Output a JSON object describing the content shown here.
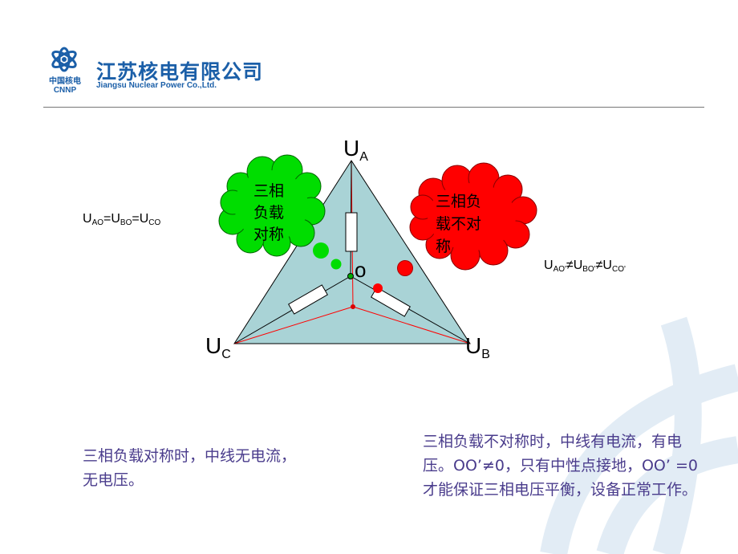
{
  "header": {
    "brand_mark": "中国核电",
    "brand_mark_en": "CNNP",
    "company_cn": "江苏核电有限公司",
    "company_en": "Jiangsu Nuclear Power Co.,Ltd."
  },
  "diagram": {
    "vertex_labels": {
      "a": {
        "main": "U",
        "sub": "A"
      },
      "b": {
        "main": "U",
        "sub": "B"
      },
      "c": {
        "main": "U",
        "sub": "C"
      }
    },
    "neutral_label": "o",
    "balanced_cloud": {
      "lines": [
        "三相",
        "负载",
        "对称"
      ],
      "color": "#00dd00"
    },
    "unbalanced_cloud": {
      "lines": [
        "三相负",
        "载不对",
        "称"
      ],
      "color": "#ff0000"
    },
    "triangle_fill": "#a9d3d6",
    "neutral_line_color": "#ff0000"
  },
  "formulas": {
    "balanced": {
      "u": "U",
      "ao": "AO",
      "bo": "BO",
      "co": "CO",
      "eq": "="
    },
    "unbalanced": {
      "u": "U",
      "ao": "AO'",
      "bo": "BO'",
      "co": "CO'",
      "neq": "≠"
    }
  },
  "notes": {
    "balanced": "三相负载对称时，中线无电流，无电压。",
    "unbalanced": "三相负载不对称时，中线有电流，有电压。OO’≠0，只有中性点接地，OO’ =0才能保证三相电压平衡，设备正常工作。"
  },
  "colors": {
    "brand_blue": "#1b5fa8",
    "note_text": "#4a3c8c"
  }
}
